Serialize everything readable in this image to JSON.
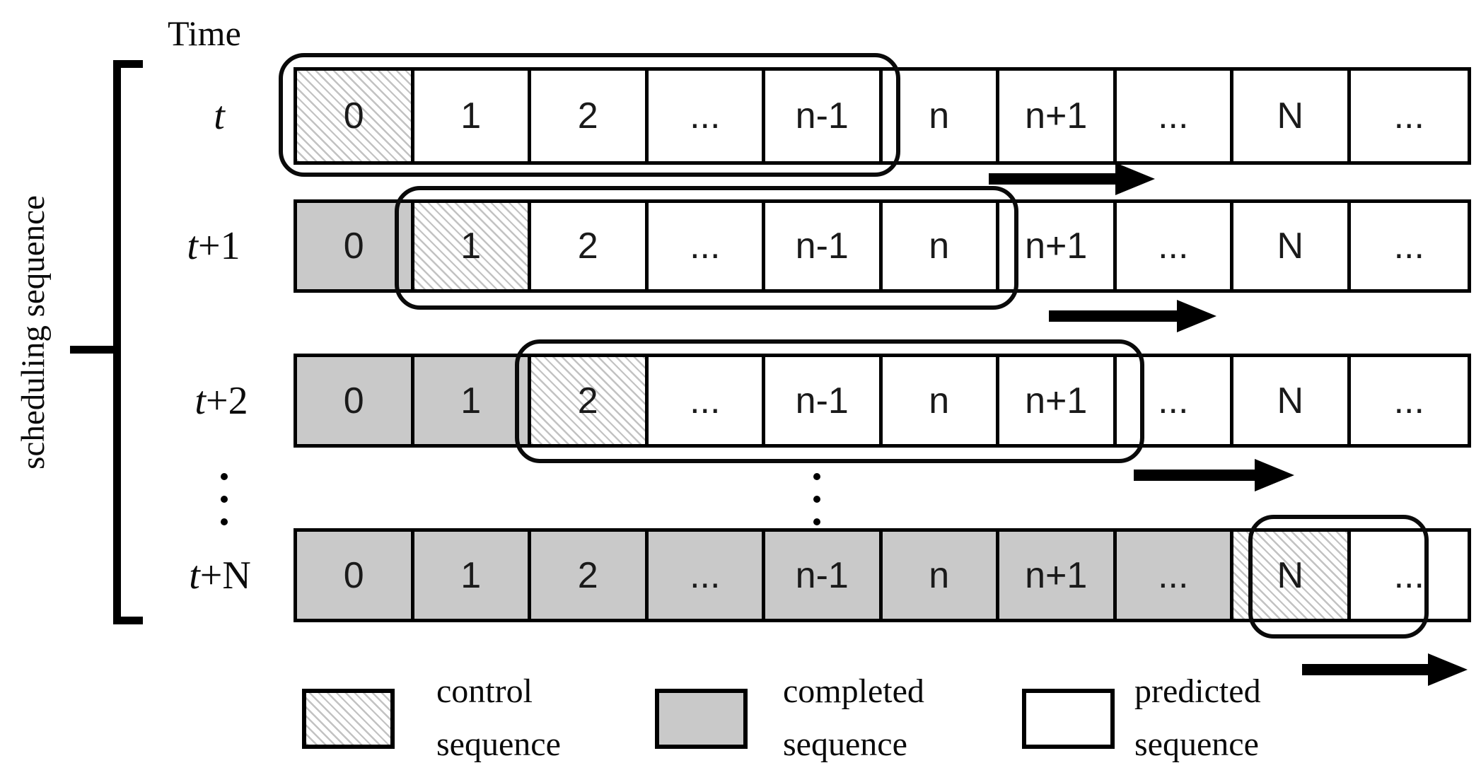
{
  "title": "Time",
  "side_label": "scheduling sequence",
  "cell_labels": [
    "0",
    "1",
    "2",
    "...",
    "n-1",
    "n",
    "n+1",
    "...",
    "N",
    "..."
  ],
  "rows": [
    {
      "time_var": "t",
      "time_suffix": "",
      "cells": [
        "control",
        "predicted",
        "predicted",
        "predicted",
        "predicted",
        "predicted",
        "predicted",
        "predicted",
        "predicted",
        "predicted"
      ],
      "window_start": 0,
      "window_end": 4
    },
    {
      "time_var": "t",
      "time_suffix": "+1",
      "cells": [
        "completed",
        "control",
        "predicted",
        "predicted",
        "predicted",
        "predicted",
        "predicted",
        "predicted",
        "predicted",
        "predicted"
      ],
      "window_start": 1,
      "window_end": 5
    },
    {
      "time_var": "t",
      "time_suffix": "+2",
      "cells": [
        "completed",
        "completed",
        "control",
        "predicted",
        "predicted",
        "predicted",
        "predicted",
        "predicted",
        "predicted",
        "predicted"
      ],
      "window_start": 2,
      "window_end": 6
    },
    {
      "time_var": "t",
      "time_suffix": "+N",
      "cells": [
        "completed",
        "completed",
        "completed",
        "completed",
        "completed",
        "completed",
        "completed",
        "completed",
        "control",
        "predicted"
      ],
      "window_start": 8,
      "window_end": 9
    }
  ],
  "legend": [
    {
      "style": "hatch",
      "label_line1": "control",
      "label_line2": "sequence"
    },
    {
      "style": "gray",
      "label_line1": "completed",
      "label_line2": "sequence"
    },
    {
      "style": "white",
      "label_line1": "predicted",
      "label_line2": "sequence"
    }
  ],
  "colors": {
    "completed_fill": "#c9c9c9",
    "hatch_stripe": "#c2c2c2",
    "line": "#000000"
  }
}
